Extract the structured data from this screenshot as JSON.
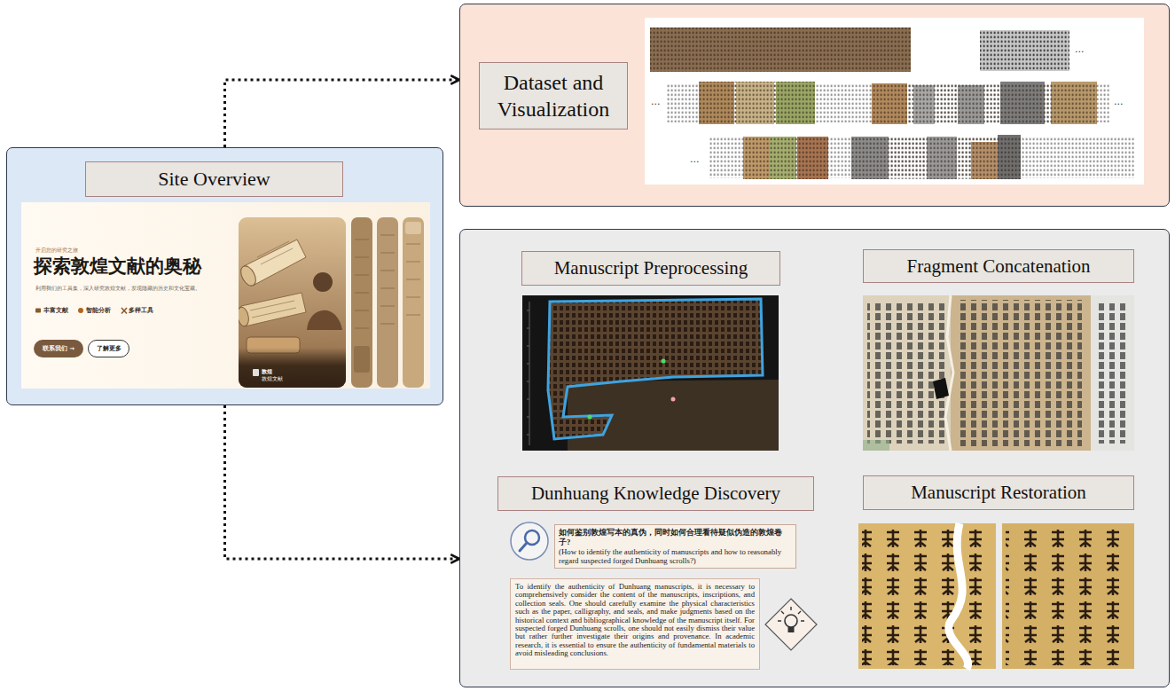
{
  "diagram": {
    "nodes": [
      {
        "text": [
          "Site Overview"
        ]
      },
      {
        "text": [
          "开启您的研究之旅",
          "探索敦煌文献的奥秘",
          "利用我们的工具集，深入研究敦煌文献，发现隐藏的历史和文化宝藏。",
          "丰富文献",
          "智能分析",
          "多样工具"
        ],
        "in": 0
      },
      {
        "text": [
          "联系我们 →"
        ],
        "in": 1
      },
      {
        "text": [
          "了解更多"
        ],
        "in": 1
      },
      {
        "text": [
          "敦煌",
          "敦煌文献"
        ],
        "in": 1
      },
      {
        "text": [
          "Dataset and Visualization"
        ]
      },
      {
        "text": []
      },
      {
        "text": [
          "Manuscript Preprocessing"
        ],
        "in": 6
      },
      {
        "text": [
          "Fragment Concatenation"
        ],
        "in": 6
      },
      {
        "text": [
          "Dunhuang Knowledge Discovery"
        ],
        "in": 6
      },
      {
        "text": [
          "Manuscript Restoration"
        ],
        "in": 6
      },
      {
        "text": [
          "如何鉴别敦煌写本的真伪，同时如何合理看待疑似伪造的敦煌卷子?",
          "(How to identify the authenticity of manuscripts and how to reasonably regard suspected forged Dunhuang scrolls?)"
        ],
        "in": 6
      },
      {
        "text": [
          "To identify the authenticity of Dunhuang manuscripts, it is necessary to comprehensively consider the content of the manuscripts, inscriptions, and collection seals. One should carefully examine the physical characteristics such as the paper, calligraphy, and seals, and make judgments based on the historical context and bibliographical knowledge of the manuscript itself. For suspected forged Dunhuang scrolls, one should not easily dismiss their value but rather further investigate their origins and provenance. In academic research, it is essential to ensure the authenticity of fundamental materials to avoid misleading conclusions."
        ],
        "in": 6
      }
    ],
    "edges": [
      {
        "from": 0,
        "to": 5,
        "arrow": "to"
      },
      {
        "from": 0,
        "to": 6,
        "arrow": "to"
      }
    ],
    "labels": [
      "...",
      "...",
      "...",
      "..."
    ]
  }
}
